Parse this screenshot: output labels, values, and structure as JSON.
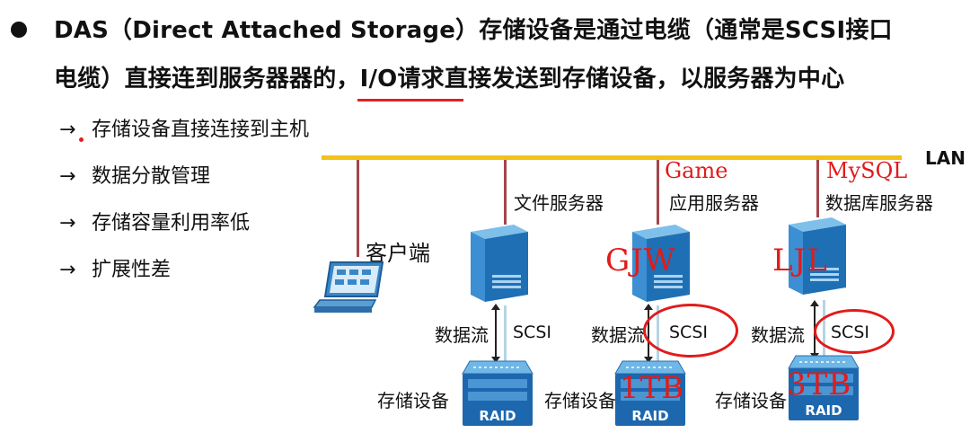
{
  "heading": {
    "line1": "DAS（Direct Attached Storage）存储设备是通过电缆（通常是SCSI接口",
    "line2": "电缆）直接连到服务器器的，I/O请求直接发送到存储设备，以服务器为中心"
  },
  "bullets": [
    {
      "arrow": "→",
      "text": "存储设备直接连接到主机"
    },
    {
      "arrow": "→",
      "text": "数据分散管理"
    },
    {
      "arrow": "→",
      "text": "存储容量利用率低"
    },
    {
      "arrow": "→",
      "text": "扩展性差"
    }
  ],
  "diagram": {
    "lan_label": "LAN",
    "client_label": "客户端",
    "servers": [
      {
        "label": "文件服务器",
        "note": "",
        "name_note": "",
        "capacity_note": ""
      },
      {
        "label": "应用服务器",
        "note": "Game",
        "name_note": "GJW",
        "capacity_note": "1TB"
      },
      {
        "label": "数据库服务器",
        "note": "MySQL",
        "name_note": "LJL",
        "capacity_note": "3TB"
      }
    ],
    "dataflow_label": "数据流",
    "scsi_label": "SCSI",
    "storage_label": "存储设备",
    "raid_label": "RAID"
  }
}
